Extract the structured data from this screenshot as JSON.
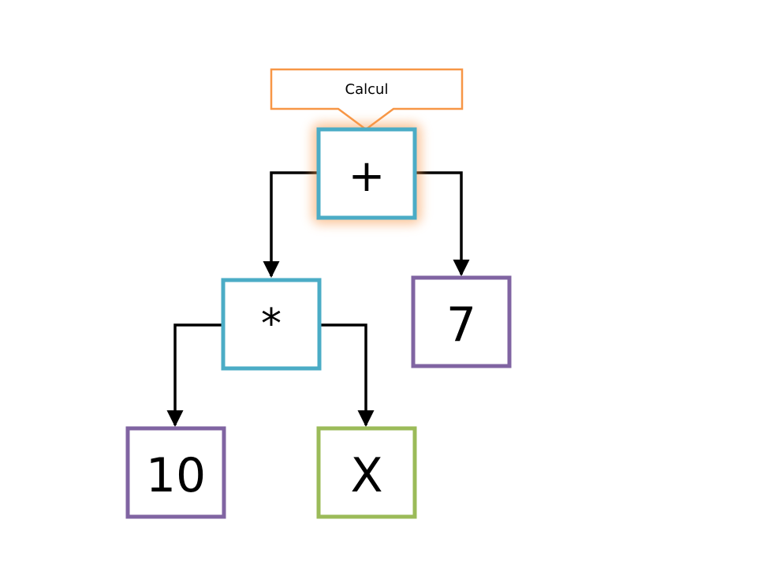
{
  "callout": {
    "label": "Calcul",
    "color": "#F79646"
  },
  "nodes": {
    "root": {
      "label": "+",
      "role": "operator",
      "color": "#4BACC6",
      "highlighted": true
    },
    "multiply": {
      "label": "*",
      "role": "operator",
      "color": "#4BACC6"
    },
    "seven": {
      "label": "7",
      "role": "constant",
      "color": "#8064A2"
    },
    "ten": {
      "label": "10",
      "role": "constant",
      "color": "#8064A2"
    },
    "x": {
      "label": "X",
      "role": "variable",
      "color": "#9BBB59"
    }
  },
  "edges": [
    {
      "from": "root",
      "to": "multiply"
    },
    {
      "from": "root",
      "to": "seven"
    },
    {
      "from": "multiply",
      "to": "ten"
    },
    {
      "from": "multiply",
      "to": "x"
    }
  ],
  "colors": {
    "operator_border": "#4BACC6",
    "constant_border": "#8064A2",
    "variable_border": "#9BBB59",
    "highlight_glow": "#F79646",
    "edge": "#000000"
  }
}
